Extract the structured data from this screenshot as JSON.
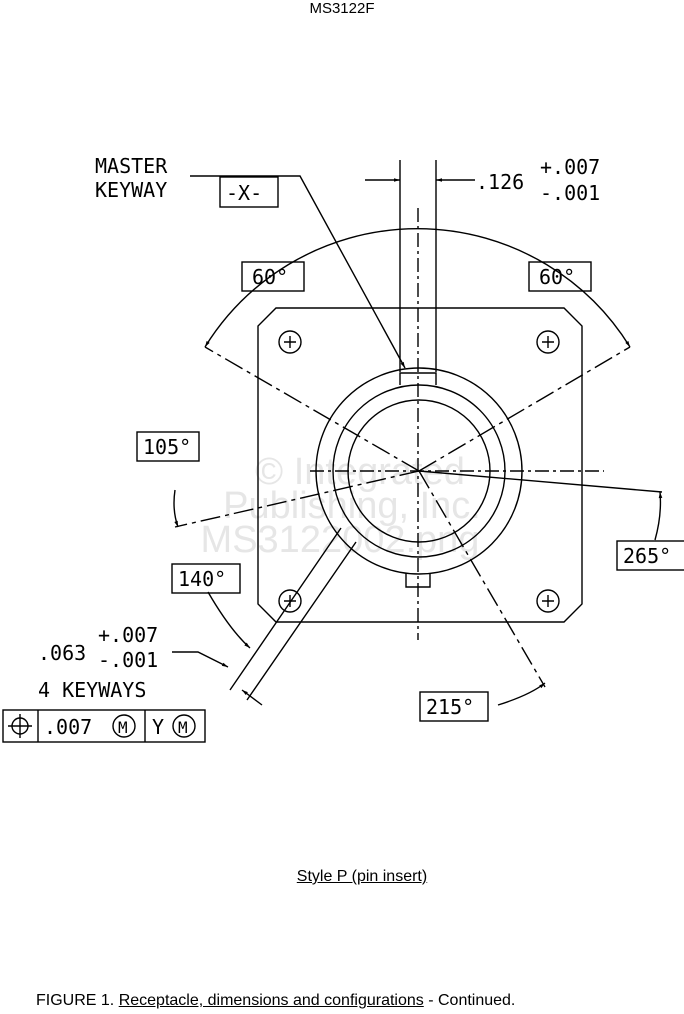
{
  "header": {
    "doc_id": "MS3122F"
  },
  "drawing": {
    "master_keyway_label_1": "MASTER",
    "master_keyway_label_2": "KEYWAY",
    "datum_x": "-X-",
    "keyway_width": ".126",
    "keyway_tol_plus": "+.007",
    "keyway_tol_minus": "-.001",
    "angle_left_60": "60°",
    "angle_right_60": "60°",
    "angle_105": "105°",
    "angle_140": "140°",
    "angle_265": "265°",
    "angle_215": "215°",
    "slot_width": ".063",
    "slot_tol_plus": "+.007",
    "slot_tol_minus": "-.001",
    "keyways_count": "4 KEYWAYS",
    "fcf_tolerance": ".007",
    "fcf_modifier": "M",
    "fcf_datum": "Y",
    "fcf_datum_modifier": "M"
  },
  "watermark": {
    "line1": "© Integrated",
    "line2": "Publishing, Inc.",
    "line3": "MS3122002.png"
  },
  "style_label": "Style P (pin insert)",
  "caption": {
    "prefix": "FIGURE 1.  ",
    "title": "Receptacle, dimensions and configurations",
    "suffix": " - Continued."
  }
}
